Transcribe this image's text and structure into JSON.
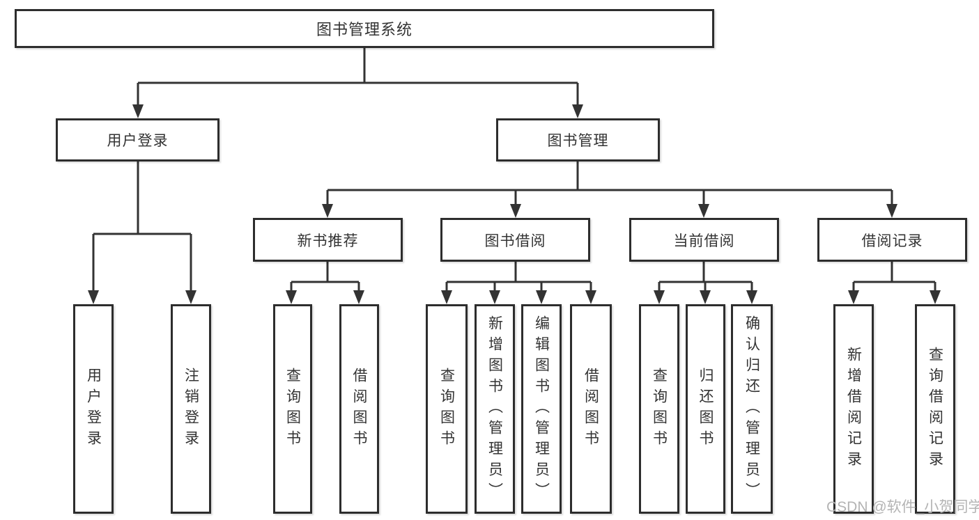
{
  "diagram": {
    "title": "图书管理系统",
    "tree": {
      "label": "图书管理系统",
      "children": [
        {
          "label": "用户登录",
          "children": [
            {
              "label": "用户登录"
            },
            {
              "label": "注销登录"
            }
          ]
        },
        {
          "label": "图书管理",
          "children": [
            {
              "label": "新书推荐",
              "children": [
                {
                  "label": "查询图书"
                },
                {
                  "label": "借阅图书"
                }
              ]
            },
            {
              "label": "图书借阅",
              "children": [
                {
                  "label": "查询图书"
                },
                {
                  "label": "新增图书（管理员）"
                },
                {
                  "label": "编辑图书（管理员）"
                },
                {
                  "label": "借阅图书"
                }
              ]
            },
            {
              "label": "当前借阅",
              "children": [
                {
                  "label": "查询图书"
                },
                {
                  "label": "归还图书"
                },
                {
                  "label": "确认归还（管理员）"
                }
              ]
            },
            {
              "label": "借阅记录",
              "children": [
                {
                  "label": "新增借阅记录"
                },
                {
                  "label": "查询借阅记录"
                }
              ]
            }
          ]
        }
      ]
    }
  },
  "watermark": {
    "text": "CSDN @软件_小贺同学",
    "color": "#b4b4b4"
  },
  "colors": {
    "line": "#333333",
    "box_border": "#2d2d2d",
    "text": "#333333",
    "background": "#ffffff",
    "watermark": "#b4b4b4"
  }
}
